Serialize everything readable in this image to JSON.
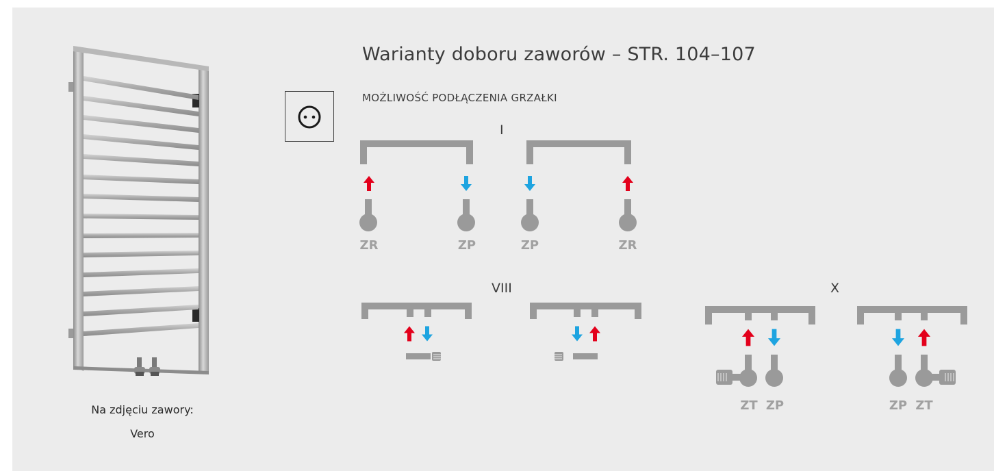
{
  "title": "Warianty doboru zaworów – STR. 104–107",
  "subtitle": "MOŻLIWOŚĆ PODŁĄCZENIA GRZAŁKI",
  "socket_icon": "power-socket-icon",
  "photo_caption": {
    "line1": "Na zdjęciu zawory:",
    "line2": "Vero"
  },
  "variants": {
    "v1": "I",
    "v8": "VIII",
    "v10": "X"
  },
  "labels": {
    "zr": "ZR",
    "zp": "ZP",
    "zt": "ZT"
  },
  "colors": {
    "panel": "#ececec",
    "pipe": "#9a9a9a",
    "supply_arrow": "#e3001b",
    "return_arrow": "#1ea4e0",
    "label_grey": "#a0a0a0"
  }
}
